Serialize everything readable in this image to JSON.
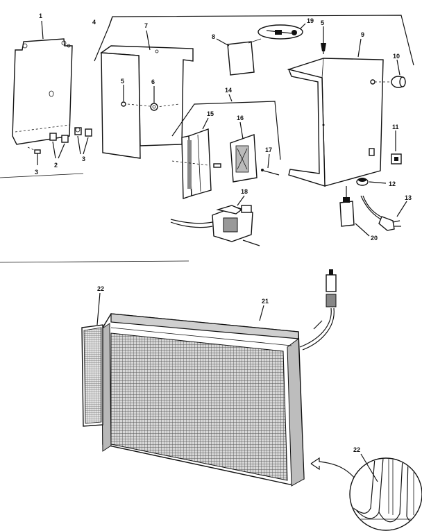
{
  "callouts": {
    "c1": "1",
    "c2a": "2",
    "c3a": "3",
    "c3b": "3",
    "c2b": "2",
    "c4": "4",
    "c5a": "5",
    "c5b": "5",
    "c6": "6",
    "c7": "7",
    "c8": "8",
    "c9": "9",
    "c10": "10",
    "c11": "11",
    "c12": "12",
    "c13": "13",
    "c14": "14",
    "c15": "15",
    "c16": "16",
    "c17": "17",
    "c18": "18",
    "c19": "19",
    "c20": "20",
    "c21": "21",
    "c22a": "22",
    "c22b": "22"
  }
}
